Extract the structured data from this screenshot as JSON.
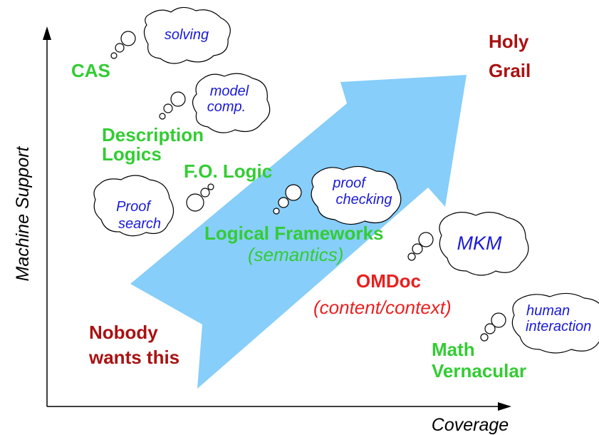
{
  "axes": {
    "x_label": "Coverage",
    "y_label": "Machine Support"
  },
  "labels": {
    "cas": "CAS",
    "description_logics": [
      "Description",
      "Logics"
    ],
    "fo_logic": "F.O. Logic",
    "logical_frameworks": "Logical Frameworks",
    "logical_frameworks_sub": "(semantics)",
    "omdoc": "OMDoc",
    "omdoc_sub": "(content/context)",
    "math_vernacular": [
      "Math",
      "Vernacular"
    ],
    "holy_grail": [
      "Holy",
      "Grail"
    ],
    "nobody": [
      "Nobody",
      "wants this"
    ]
  },
  "clouds": {
    "solving": [
      "solving"
    ],
    "model_comp": [
      "model",
      "comp."
    ],
    "proof_search": [
      "Proof",
      "search"
    ],
    "proof_checking": [
      "proof",
      "checking"
    ],
    "mkm": [
      "MKM"
    ],
    "human_interaction": [
      "human",
      "interaction"
    ]
  },
  "colors": {
    "arrow": "#87cefa",
    "system_label": "#33cc33",
    "extreme_label": "#aa1111",
    "omdoc_label": "#e82020",
    "cloud_text": "#1a1ad6"
  }
}
